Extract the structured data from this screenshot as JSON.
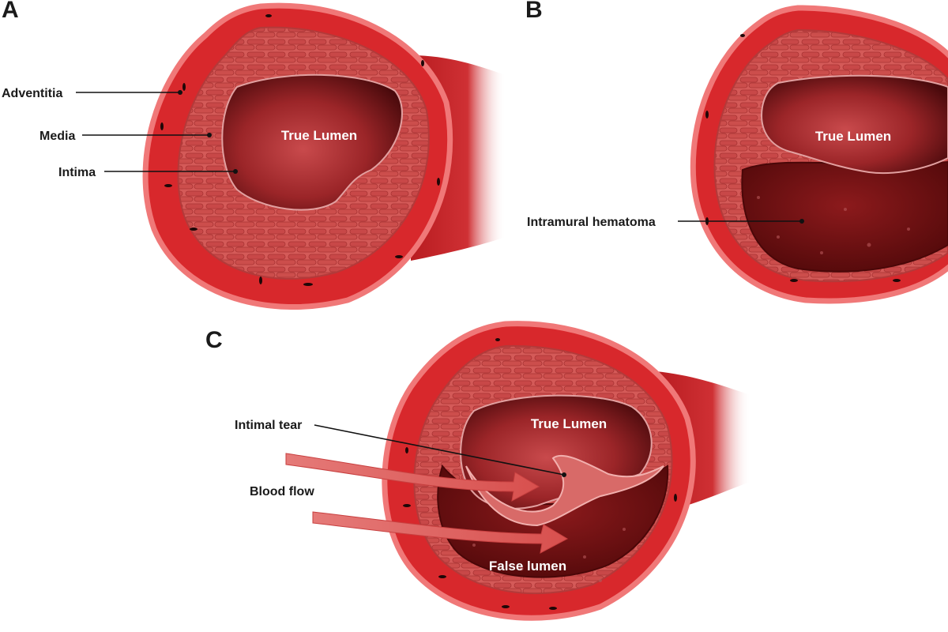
{
  "panels": {
    "a": {
      "letter": "A",
      "lumen_label": "True Lumen",
      "labels": {
        "adventitia": "Adventitia",
        "media": "Media",
        "intima": "Intima"
      }
    },
    "b": {
      "letter": "B",
      "lumen_label": "True Lumen",
      "labels": {
        "hematoma": "Intramural hematoma"
      }
    },
    "c": {
      "letter": "C",
      "true_lumen_label": "True Lumen",
      "false_lumen_label": "False lumen",
      "labels": {
        "intimal_tear": "Intimal tear",
        "blood_flow": "Blood flow"
      }
    }
  },
  "colors": {
    "adventitia": "#d8282c",
    "outer_rim": "#f07878",
    "media": "#d45a58",
    "lumen": "#8a1a1c",
    "hematoma": "#6a0f10",
    "arrow": "#e05a5a"
  }
}
